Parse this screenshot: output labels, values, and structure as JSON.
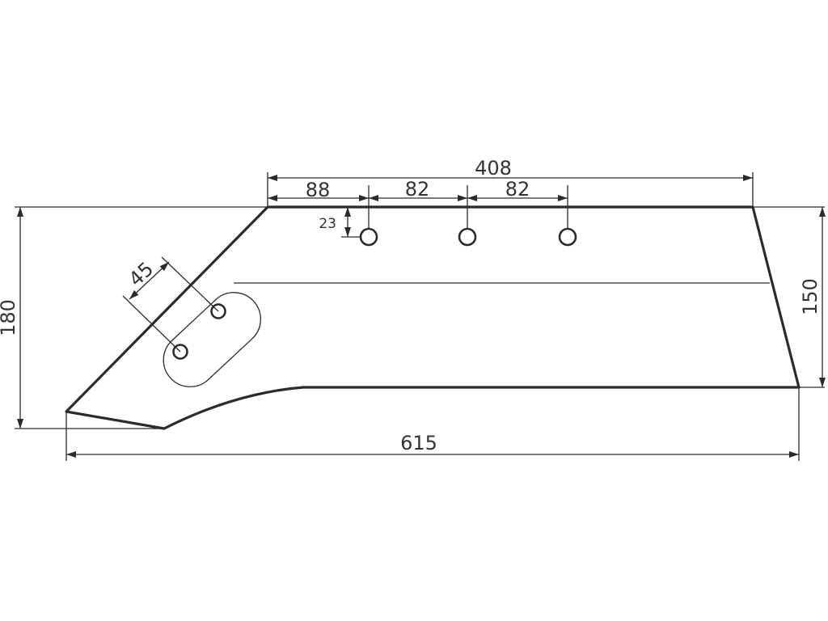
{
  "dimensions": {
    "total_length": "615",
    "total_height": "180",
    "body_height": "150",
    "top_length": "408",
    "hole_offset_first": "88",
    "hole_pitch_1": "82",
    "hole_pitch_2": "82",
    "hole_edge_distance": "23",
    "slot_hole_spacing": "45"
  },
  "colors": {
    "line": "#2b2b2b",
    "text": "#333333",
    "background": "#ffffff"
  }
}
